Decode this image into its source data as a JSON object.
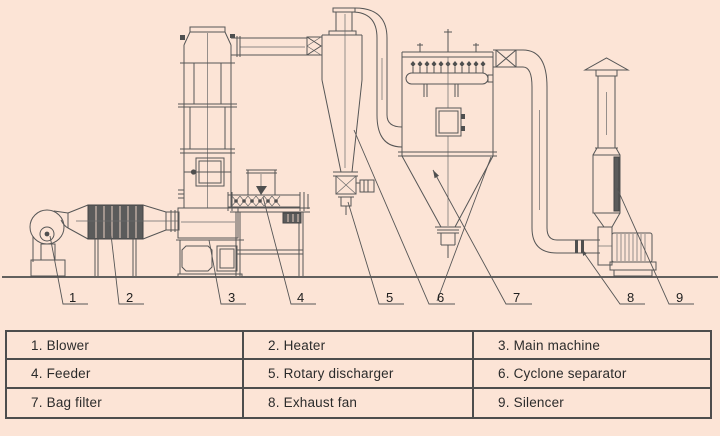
{
  "colors": {
    "background": "#fce4d6",
    "line": "#565656",
    "dark_fill": "#5b5b5b",
    "table_border": "#4d4d4d",
    "text": "#2b2b2b"
  },
  "callouts": [
    "1",
    "2",
    "3",
    "4",
    "5",
    "6",
    "7",
    "8",
    "9"
  ],
  "legend": {
    "rows": [
      [
        "1. Blower",
        "2. Heater",
        "3. Main machine"
      ],
      [
        "4. Feeder",
        "5. Rotary discharger",
        "6. Cyclone separator"
      ],
      [
        "7. Bag filter",
        "8. Exhaust fan",
        "9. Silencer"
      ]
    ]
  }
}
